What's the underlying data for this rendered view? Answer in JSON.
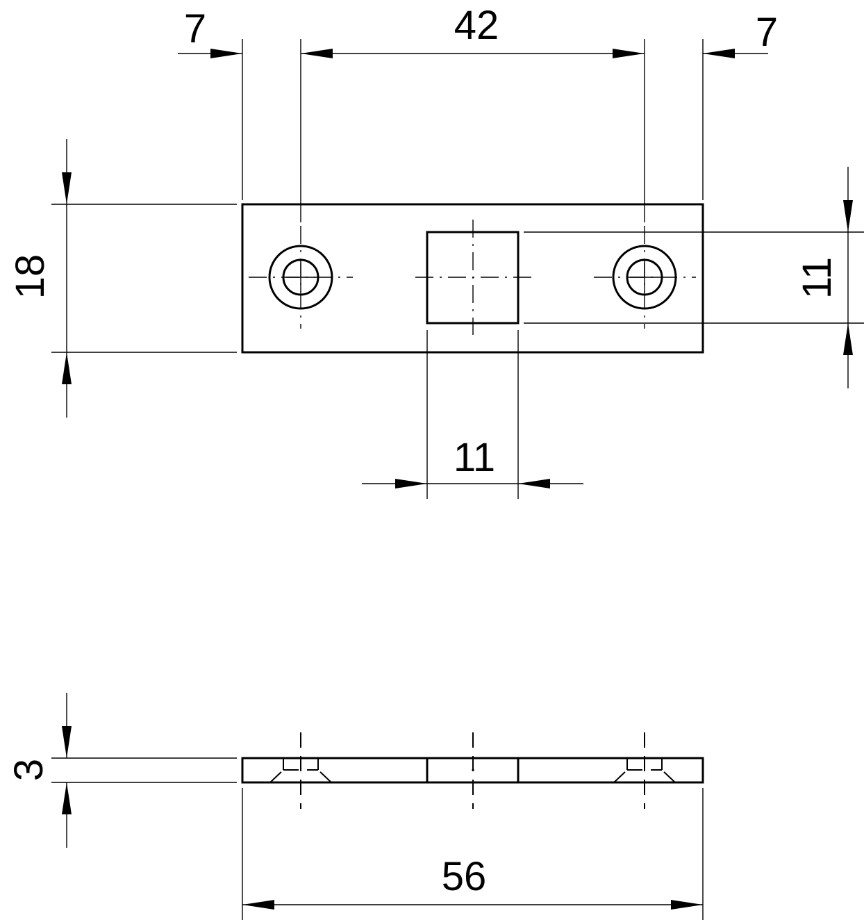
{
  "drawing": {
    "dimensions": {
      "left_margin": "7",
      "hole_spacing": "42",
      "right_margin": "7",
      "plate_height": "18",
      "square_height": "11",
      "square_width": "11",
      "thickness": "3",
      "total_length": "56"
    }
  }
}
